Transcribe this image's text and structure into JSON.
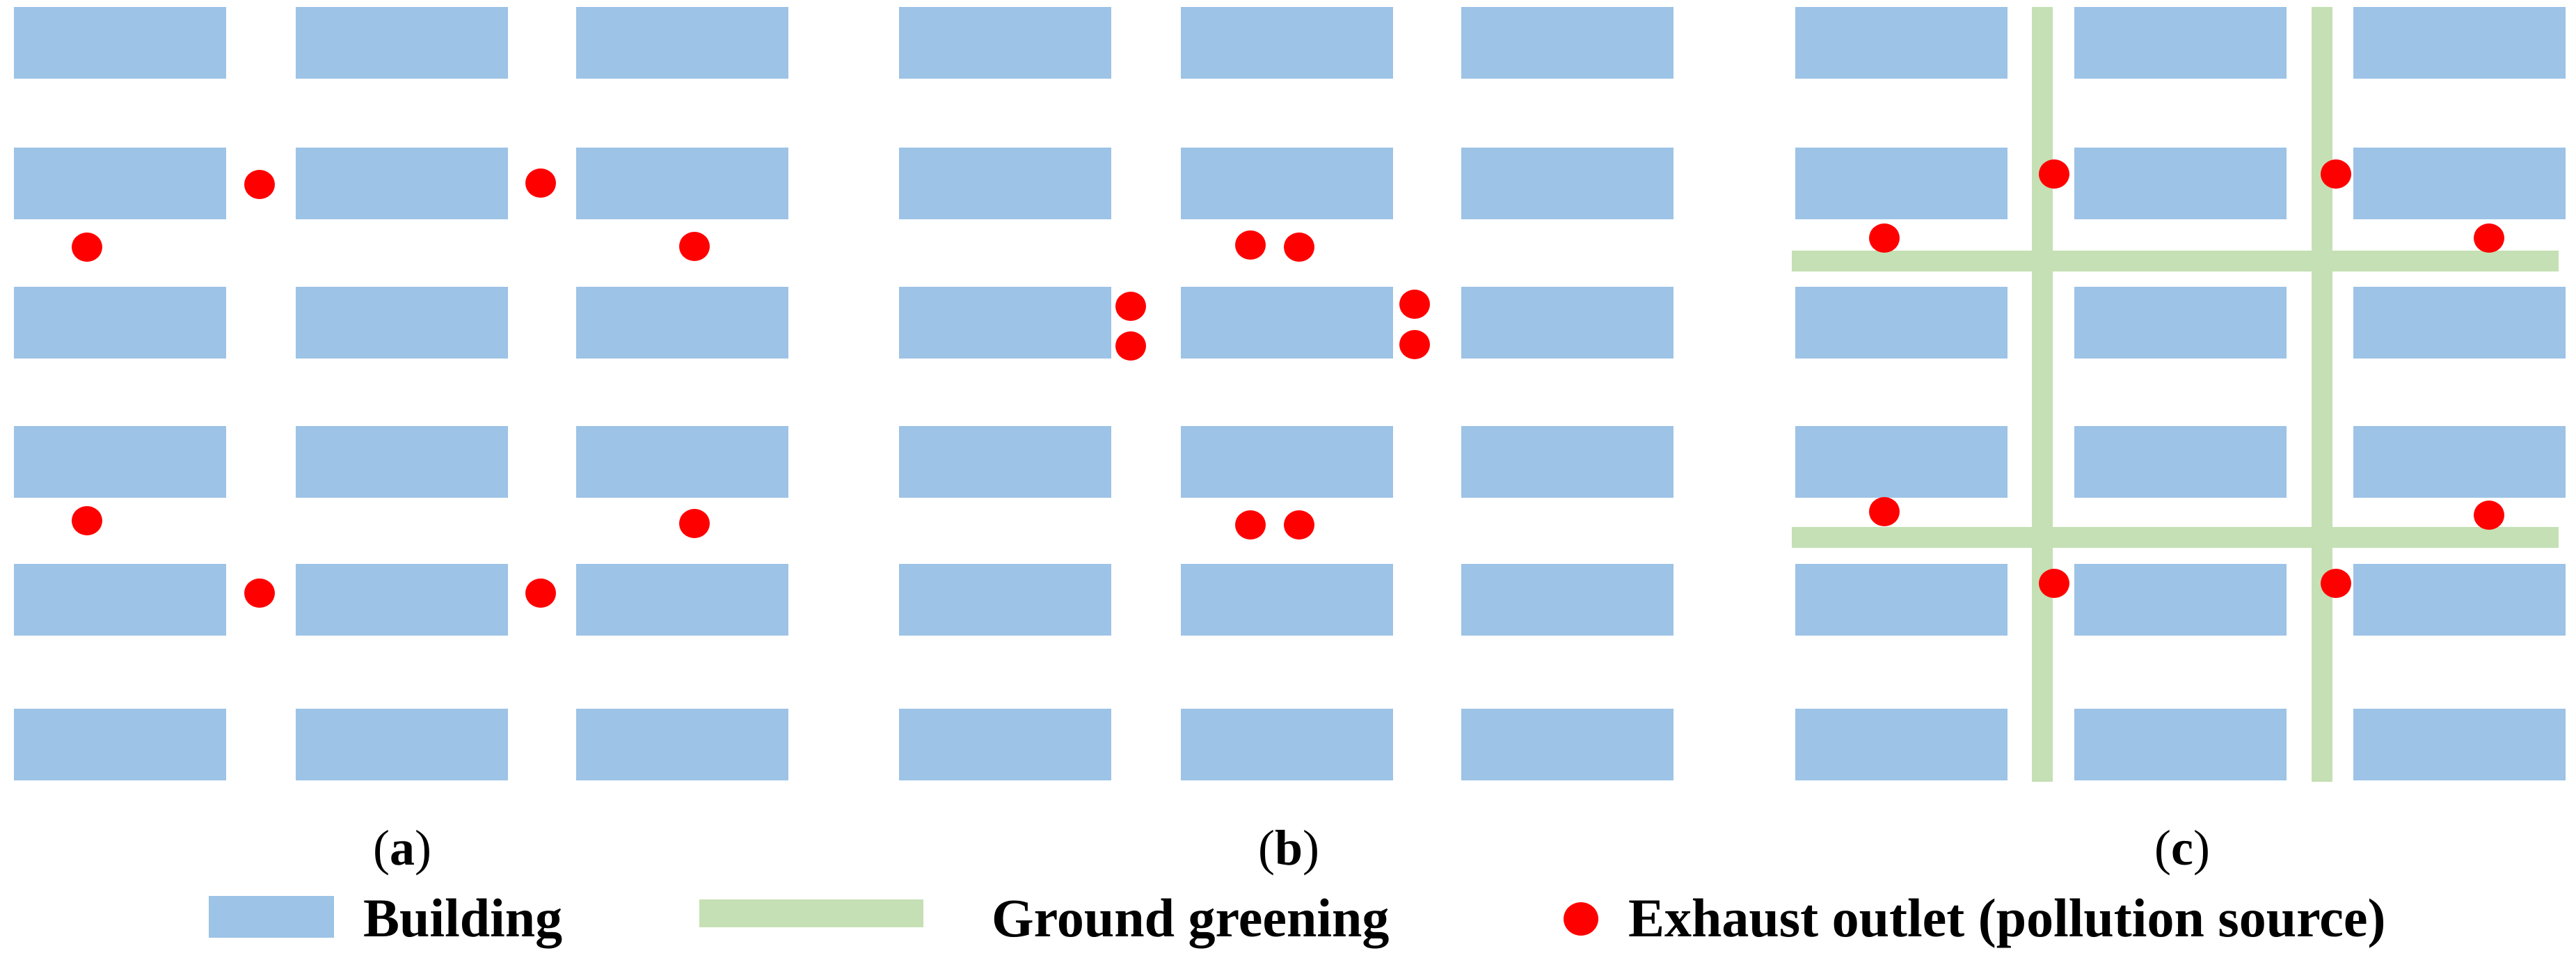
{
  "colors": {
    "building": "#9dc3e6",
    "greening": "#c5e0b4",
    "pollution": "#ff0000",
    "background": "#ffffff"
  },
  "panels": [
    {
      "id": "a",
      "caption_open": "(",
      "caption_letter": "a",
      "caption_close": ")"
    },
    {
      "id": "b",
      "caption_open": "(",
      "caption_letter": "b",
      "caption_close": ")"
    },
    {
      "id": "c",
      "caption_open": "(",
      "caption_letter": "c",
      "caption_close": ")"
    }
  ],
  "legend": {
    "building": "Building",
    "greening": "Ground greening",
    "pollution": "Exhaust outlet (pollution source)"
  }
}
